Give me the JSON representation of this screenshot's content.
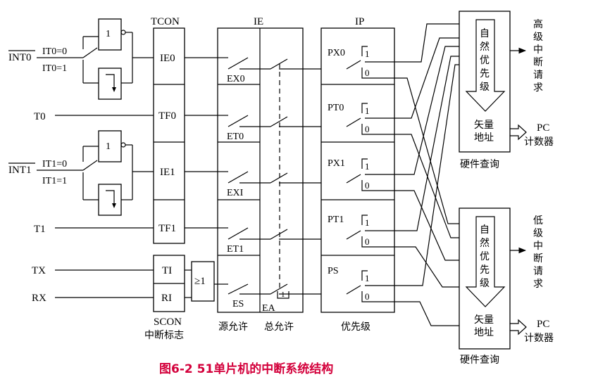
{
  "colors": {
    "caption": "#d3003b",
    "top_partial": "#d3003b",
    "line": "#000000"
  },
  "top_partial": "",
  "sources": {
    "int0": "INT0",
    "it0_0": "IT0=0",
    "it0_1": "IT0=1",
    "t0": "T0",
    "int1": "INT1",
    "it1_0": "IT1=0",
    "it1_1": "IT1=1",
    "t1": "T1",
    "tx": "TX",
    "rx": "RX"
  },
  "not_gate_label": "1",
  "or_gate_label": "≥1",
  "tcon": {
    "title": "TCON",
    "flags": [
      "IE0",
      "TF0",
      "IE1",
      "TF1"
    ]
  },
  "scon": {
    "flags": [
      "TI",
      "RI"
    ],
    "label_line1": "SCON",
    "label_line2": "中断标志"
  },
  "ie": {
    "title": "IE",
    "bits": [
      "EX0",
      "ET0",
      "EXI",
      "ET1",
      "ES"
    ],
    "ea": "EA",
    "ea_one": "1",
    "source_enable": "源允许",
    "global_enable": "总允许"
  },
  "ip": {
    "title": "IP",
    "bits": [
      "PX0",
      "PT0",
      "PX1",
      "PT1",
      "PS"
    ],
    "one": "1",
    "zero": "0",
    "priority": "优先级"
  },
  "high_query": {
    "arrow_text": [
      "自",
      "然",
      "优",
      "先",
      "级"
    ],
    "vector1": "矢量",
    "vector2": "地址",
    "hardware_query": "硬件查询",
    "request": [
      "高",
      "级",
      "中",
      "断",
      "请",
      "求"
    ],
    "pc1": "PC",
    "pc2": "计数器"
  },
  "low_query": {
    "arrow_text": [
      "自",
      "然",
      "优",
      "先",
      "级"
    ],
    "vector1": "矢量",
    "vector2": "地址",
    "hardware_query": "硬件查询",
    "request": [
      "低",
      "级",
      "中",
      "断",
      "请",
      "求"
    ],
    "pc1": "PC",
    "pc2": "计数器"
  },
  "caption": "图6-2   51单片机的中断系统结构"
}
